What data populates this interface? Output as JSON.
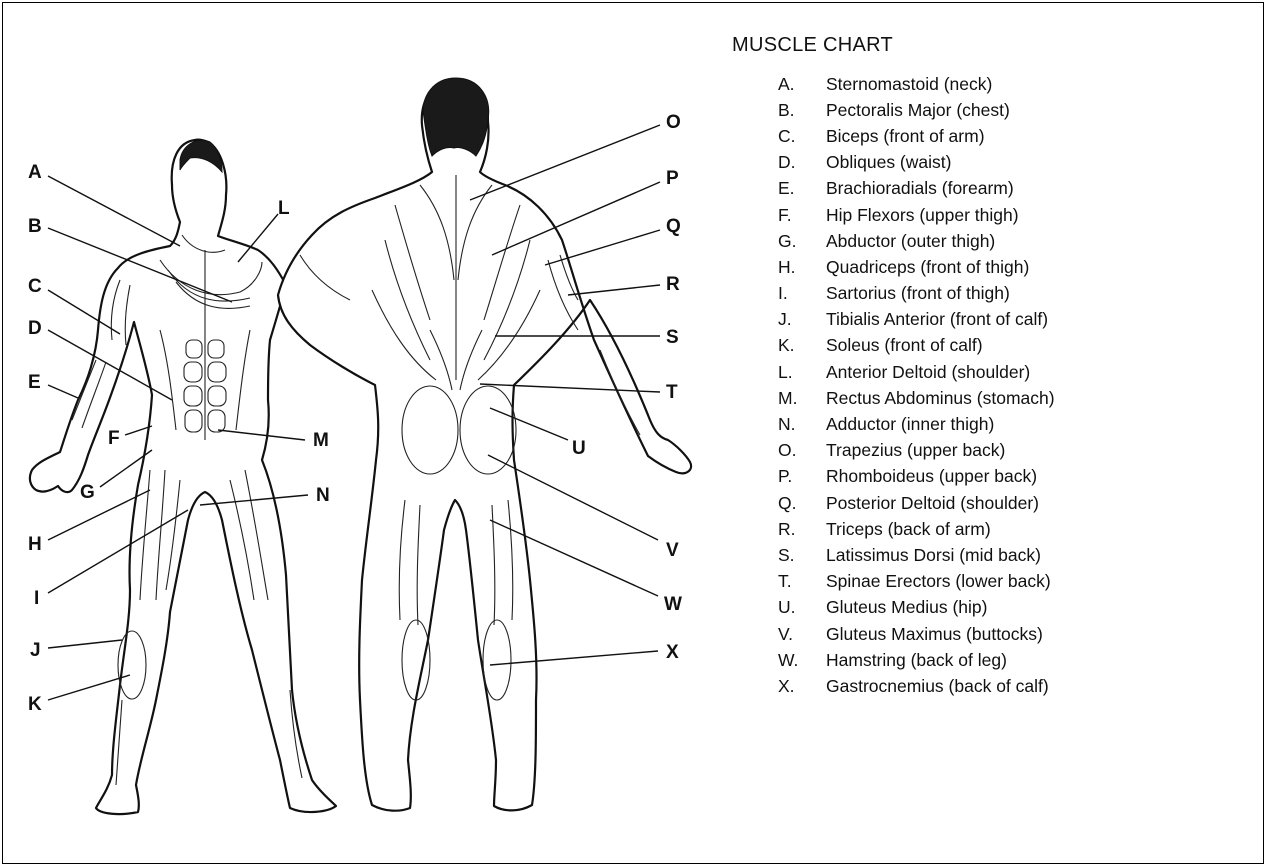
{
  "title": "MUSCLE CHART",
  "muscles": [
    {
      "letter": "A.",
      "name": "Sternomastoid (neck)",
      "label": "A"
    },
    {
      "letter": "B.",
      "name": "Pectoralis Major (chest)",
      "label": "B"
    },
    {
      "letter": "C.",
      "name": "Biceps (front of arm)",
      "label": "C"
    },
    {
      "letter": "D.",
      "name": "Obliques (waist)",
      "label": "D"
    },
    {
      "letter": "E.",
      "name": "Brachioradials (forearm)",
      "label": "E"
    },
    {
      "letter": "F.",
      "name": "Hip Flexors (upper thigh)",
      "label": "F"
    },
    {
      "letter": "G.",
      "name": "Abductor (outer thigh)",
      "label": "G"
    },
    {
      "letter": "H.",
      "name": "Quadriceps (front of thigh)",
      "label": "H"
    },
    {
      "letter": "I.",
      "name": "Sartorius (front of thigh)",
      "label": "I"
    },
    {
      "letter": "J.",
      "name": "Tibialis Anterior (front of calf)",
      "label": "J"
    },
    {
      "letter": "K.",
      "name": "Soleus (front of calf)",
      "label": "K"
    },
    {
      "letter": "L.",
      "name": "Anterior Deltoid (shoulder)",
      "label": "L"
    },
    {
      "letter": "M.",
      "name": "Rectus Abdominus (stomach)",
      "label": "M"
    },
    {
      "letter": "N.",
      "name": "Adductor (inner thigh)",
      "label": "N"
    },
    {
      "letter": "O.",
      "name": "Trapezius (upper back)",
      "label": "O"
    },
    {
      "letter": "P.",
      "name": "Rhomboideus (upper back)",
      "label": "P"
    },
    {
      "letter": "Q.",
      "name": "Posterior Deltoid (shoulder)",
      "label": "Q"
    },
    {
      "letter": "R.",
      "name": "Triceps (back of arm)",
      "label": "R"
    },
    {
      "letter": "S.",
      "name": "Latissimus Dorsi (mid back)",
      "label": "S"
    },
    {
      "letter": "T.",
      "name": "Spinae Erectors (lower back)",
      "label": "T"
    },
    {
      "letter": "U.",
      "name": "Gluteus Medius (hip)",
      "label": "U"
    },
    {
      "letter": "V.",
      "name": "Gluteus Maximus (buttocks)",
      "label": "V"
    },
    {
      "letter": "W.",
      "name": "Hamstring (back of leg)",
      "label": "W"
    },
    {
      "letter": "X.",
      "name": "Gastrocnemius (back of calf)",
      "label": "X"
    }
  ]
}
